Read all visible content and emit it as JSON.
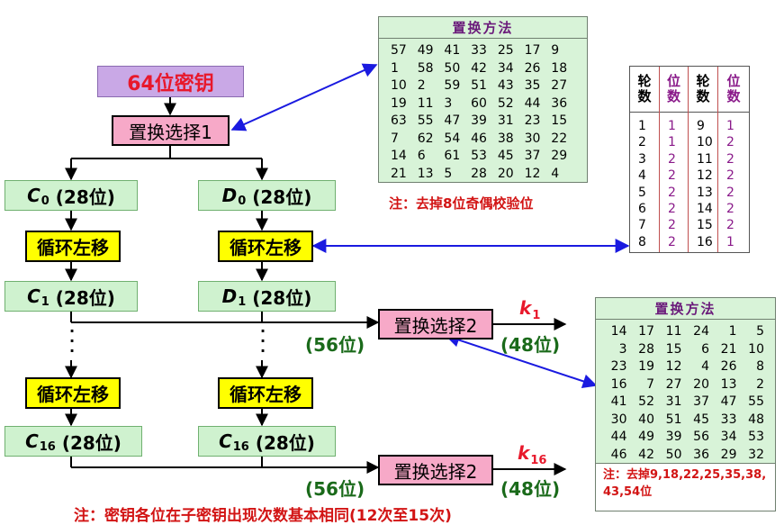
{
  "key_box": "64位密钥",
  "pc1_label": "置换选择1",
  "pc2_label": "置换选择2",
  "shift_label": "循环左移",
  "halves": {
    "c0": {
      "letter": "C",
      "sub": "0",
      "size": "(28位)"
    },
    "d0": {
      "letter": "D",
      "sub": "0",
      "size": "(28位)"
    },
    "c1": {
      "letter": "C",
      "sub": "1",
      "size": "(28位)"
    },
    "d1": {
      "letter": "D",
      "sub": "1",
      "size": "(28位)"
    },
    "c16": {
      "letter": "C",
      "sub": "16",
      "size": "(28位)"
    },
    "d16": {
      "letter": "C",
      "sub": "16",
      "size": "(28位)"
    }
  },
  "bits56": "(56位)",
  "bits48": "(48位)",
  "k1": {
    "letter": "k",
    "sub": "1"
  },
  "k16": {
    "letter": "k",
    "sub": "16"
  },
  "dots": "·\n·\n·",
  "pc1_table": {
    "title": "置换方法",
    "values": [
      57,
      49,
      41,
      33,
      25,
      17,
      9,
      1,
      58,
      50,
      42,
      34,
      26,
      18,
      10,
      2,
      59,
      51,
      43,
      35,
      27,
      19,
      11,
      3,
      60,
      52,
      44,
      36,
      63,
      55,
      47,
      39,
      31,
      23,
      15,
      7,
      62,
      54,
      46,
      38,
      30,
      22,
      14,
      6,
      61,
      53,
      45,
      37,
      29,
      21,
      13,
      5,
      28,
      20,
      12,
      4
    ],
    "note": "注：去掉8位奇偶校验位"
  },
  "shift_table": {
    "round_header": "轮数",
    "bits_header": "位数",
    "rounds_a": [
      1,
      2,
      3,
      4,
      5,
      6,
      7,
      8
    ],
    "bits_a": [
      1,
      1,
      2,
      2,
      2,
      2,
      2,
      2
    ],
    "rounds_b": [
      9,
      10,
      11,
      12,
      13,
      14,
      15,
      16
    ],
    "bits_b": [
      1,
      2,
      2,
      2,
      2,
      2,
      2,
      1
    ]
  },
  "pc2_table": {
    "title": "置换方法",
    "values": [
      14,
      17,
      11,
      24,
      1,
      5,
      3,
      28,
      15,
      6,
      21,
      10,
      23,
      19,
      12,
      4,
      26,
      8,
      16,
      7,
      27,
      20,
      13,
      2,
      41,
      52,
      31,
      37,
      47,
      55,
      30,
      40,
      51,
      45,
      33,
      48,
      44,
      49,
      39,
      56,
      34,
      53,
      46,
      42,
      50,
      36,
      29,
      32
    ],
    "note_line1": "注：去掉9,18,22,25,35,38,",
    "note_line2": "43,54位"
  },
  "bottom_note": "注：密钥各位在子密钥出现次数基本相同(12次至15次)",
  "colors": {
    "pink": "#f7a9c8",
    "yellow": "#ffff00",
    "green": "#cff2cf",
    "purple": "#c9a8e6",
    "red": "#e8182b",
    "blue_arrow": "#1a1ae0",
    "dark_green": "#1a6a1a"
  }
}
